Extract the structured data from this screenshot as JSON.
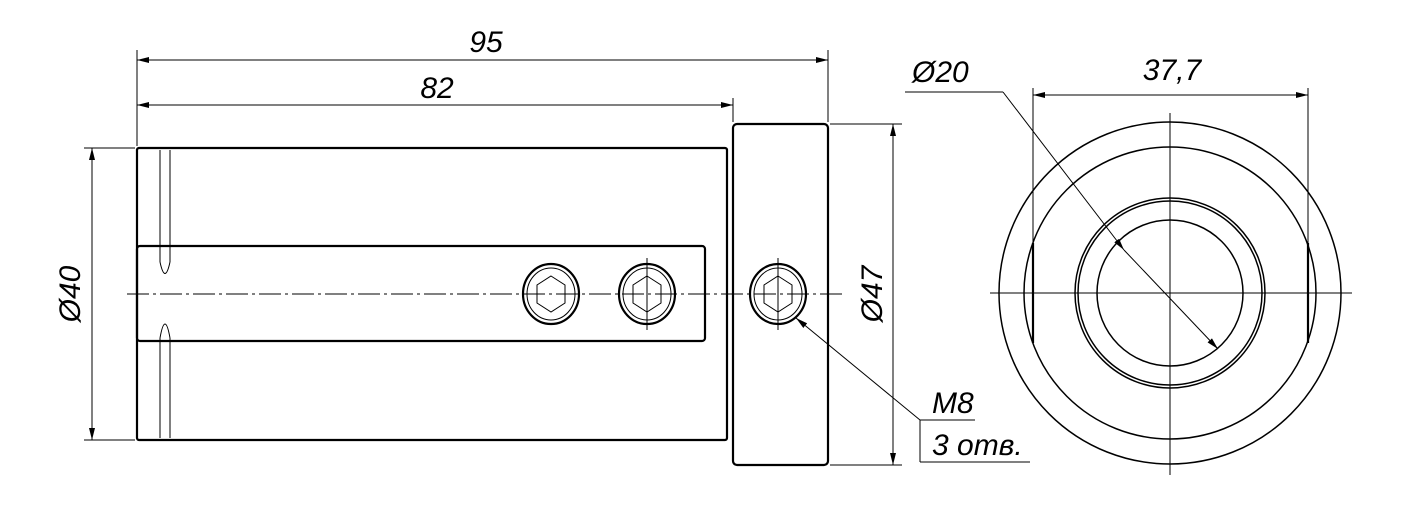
{
  "drawing": {
    "dimensions": {
      "overall_length": "95",
      "body_length": "82",
      "body_diameter": "Ø40",
      "flange_diameter": "Ø47",
      "bore_diameter": "Ø20",
      "flat_width": "37,7"
    },
    "callout": {
      "thread": "M8",
      "holes": "3 отв."
    },
    "colors": {
      "line": "#000000",
      "background": "#ffffff"
    }
  }
}
